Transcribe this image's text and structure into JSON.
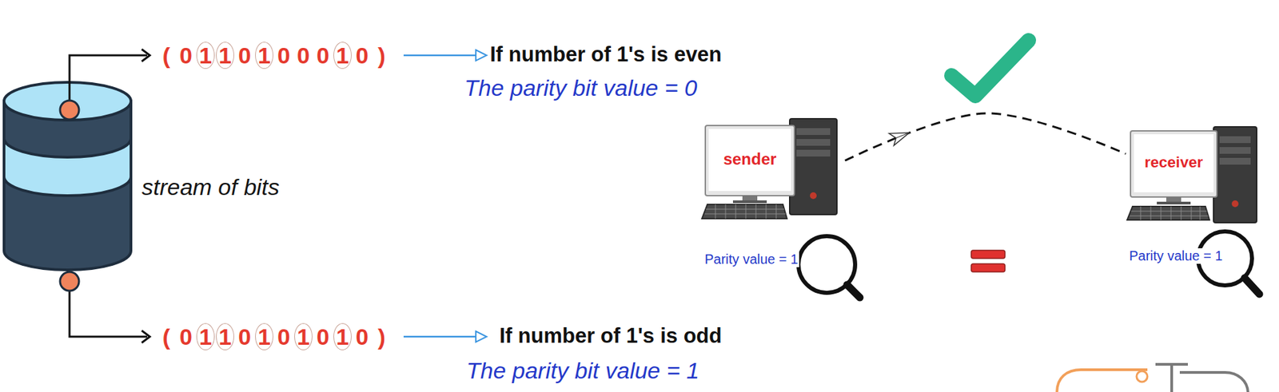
{
  "diagram": {
    "nodes": [
      {
        "text": [
          "stream of bits"
        ]
      },
      {
        "text": [
          "sender",
          "Parity value = 1"
        ]
      },
      {
        "text": [
          "receiver",
          "Parity value = 1"
        ]
      }
    ],
    "edges": [
      {
        "from": 1,
        "to": 2,
        "arrow": "none"
      }
    ],
    "labels": [
      "(0110100010)",
      "If number of 1's is even",
      "The parity bit value = 0",
      "(0110101010)",
      "If number of 1's is odd",
      "The parity bit value = 1"
    ]
  }
}
